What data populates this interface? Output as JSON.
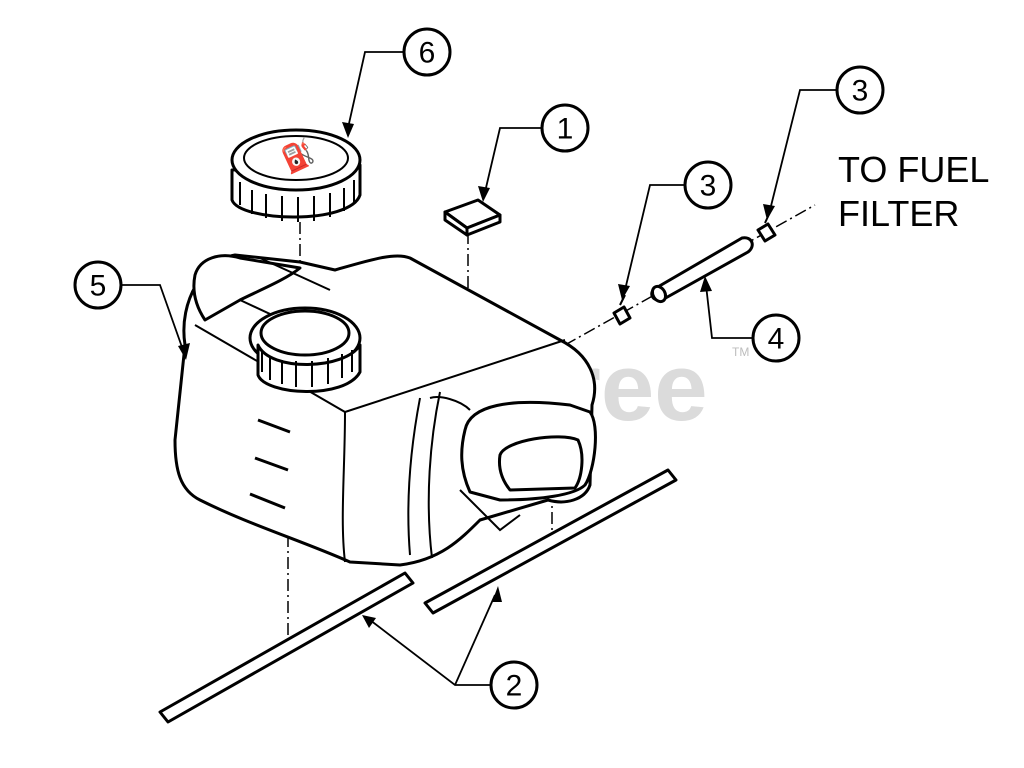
{
  "callouts": [
    {
      "id": "callout-1",
      "label": "1"
    },
    {
      "id": "callout-2",
      "label": "2"
    },
    {
      "id": "callout-3a",
      "label": "3"
    },
    {
      "id": "callout-3b",
      "label": "3"
    },
    {
      "id": "callout-4",
      "label": "4"
    },
    {
      "id": "callout-5",
      "label": "5"
    },
    {
      "id": "callout-6",
      "label": "6"
    }
  ],
  "destination": {
    "line1": "TO FUEL",
    "line2": "FILTER"
  },
  "watermark": {
    "text": "PartsTree",
    "trademark": "TM"
  },
  "colors": {
    "line": "#000000",
    "background": "#ffffff",
    "watermark": "#cfcfcf"
  }
}
